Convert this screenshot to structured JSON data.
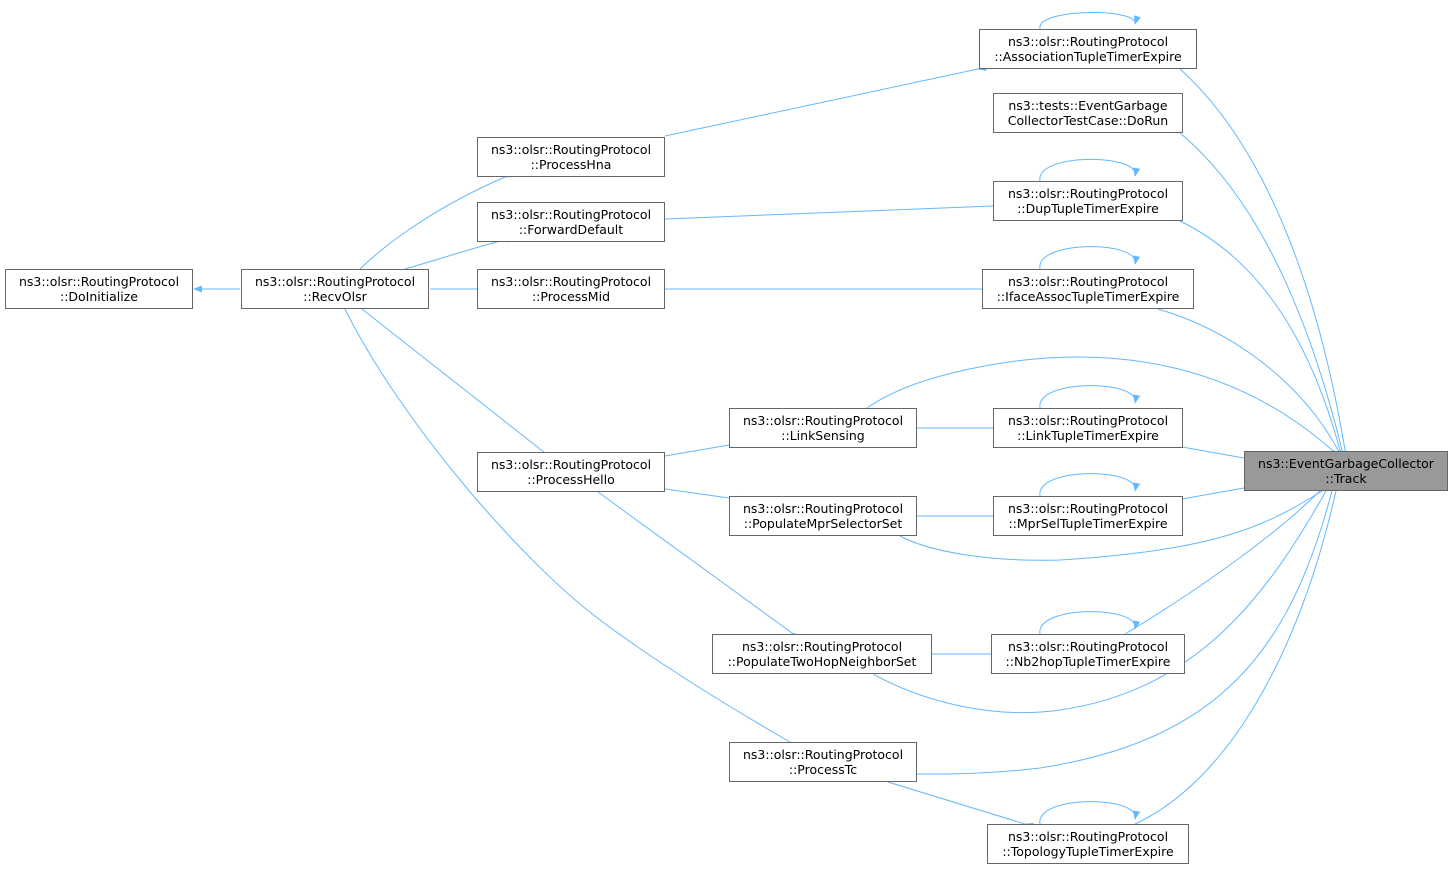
{
  "colors": {
    "edge": "#63b8ff",
    "node_border": "#666666",
    "node_fill": "#ffffff",
    "root_fill": "#999999"
  },
  "nodes": {
    "doinitialize": {
      "line1": "ns3::olsr::RoutingProtocol",
      "line2": "::DoInitialize"
    },
    "recvolsr": {
      "line1": "ns3::olsr::RoutingProtocol",
      "line2": "::RecvOlsr"
    },
    "processhna": {
      "line1": "ns3::olsr::RoutingProtocol",
      "line2": "::ProcessHna"
    },
    "forwarddefault": {
      "line1": "ns3::olsr::RoutingProtocol",
      "line2": "::ForwardDefault"
    },
    "processmid": {
      "line1": "ns3::olsr::RoutingProtocol",
      "line2": "::ProcessMid"
    },
    "processhello": {
      "line1": "ns3::olsr::RoutingProtocol",
      "line2": "::ProcessHello"
    },
    "linksensing": {
      "line1": "ns3::olsr::RoutingProtocol",
      "line2": "::LinkSensing"
    },
    "populatemprselectorset": {
      "line1": "ns3::olsr::RoutingProtocol",
      "line2": "::PopulateMprSelectorSet"
    },
    "populatetwohopneighborset": {
      "line1": "ns3::olsr::RoutingProtocol",
      "line2": "::PopulateTwoHopNeighborSet"
    },
    "processtc": {
      "line1": "ns3::olsr::RoutingProtocol",
      "line2": "::ProcessTc"
    },
    "associationtupletimerexpire": {
      "line1": "ns3::olsr::RoutingProtocol",
      "line2": "::AssociationTupleTimerExpire"
    },
    "eventgarbagecollectortestcase": {
      "line1": "ns3::tests::EventGarbage",
      "line2": "CollectorTestCase::DoRun"
    },
    "duptupletimerexpire": {
      "line1": "ns3::olsr::RoutingProtocol",
      "line2": "::DupTupleTimerExpire"
    },
    "ifaceassoctupletimerexpire": {
      "line1": "ns3::olsr::RoutingProtocol",
      "line2": "::IfaceAssocTupleTimerExpire"
    },
    "linktupletimerexpire": {
      "line1": "ns3::olsr::RoutingProtocol",
      "line2": "::LinkTupleTimerExpire"
    },
    "mprseltupletimerexpire": {
      "line1": "ns3::olsr::RoutingProtocol",
      "line2": "::MprSelTupleTimerExpire"
    },
    "nb2hoptupletimerexpire": {
      "line1": "ns3::olsr::RoutingProtocol",
      "line2": "::Nb2hopTupleTimerExpire"
    },
    "topologytupletimerexpire": {
      "line1": "ns3::olsr::RoutingProtocol",
      "line2": "::TopologyTupleTimerExpire"
    },
    "track": {
      "line1": "ns3::EventGarbageCollector",
      "line2": "::Track"
    }
  }
}
